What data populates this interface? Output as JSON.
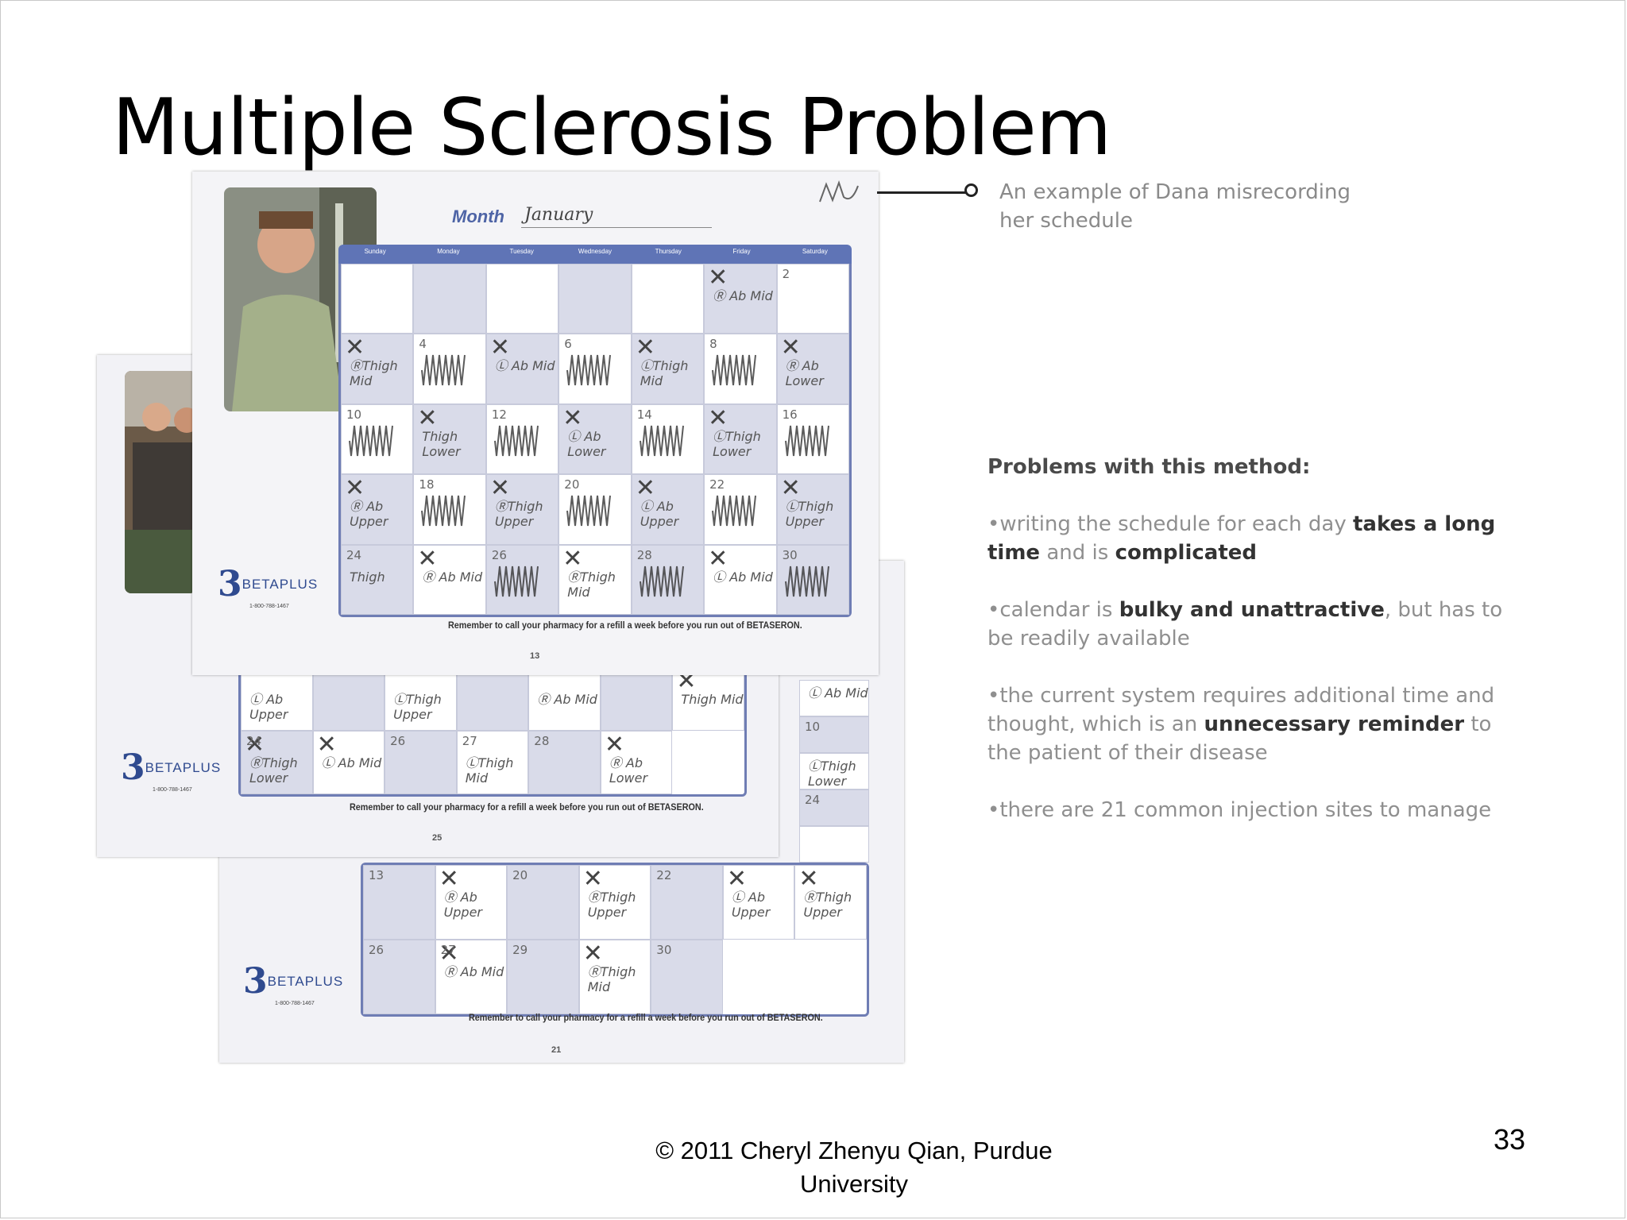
{
  "slide": {
    "title": "Multiple Sclerosis Problem",
    "slide_number": "33",
    "footer": "© 2011 Cheryl Zhenyu Qian, Purdue University"
  },
  "callout": {
    "text": "An example of Dana misrecording her schedule"
  },
  "problems": {
    "heading": "Problems with this method:",
    "items": [
      {
        "pre": "•writing the schedule for each day ",
        "bold1": "takes a long time",
        "mid": " and is ",
        "bold2": "complicated",
        "post": ""
      },
      {
        "pre": "•calendar is ",
        "bold1": "bulky and unattractive",
        "mid": ", but has to be readily available",
        "bold2": "",
        "post": ""
      },
      {
        "pre": "•the current system requires additional time and thought, which is an ",
        "bold1": "unnecessary reminder",
        "mid": " to the patient of their disease",
        "bold2": "",
        "post": ""
      },
      {
        "pre": "•there are 21 common injection sites to manage",
        "bold1": "",
        "mid": "",
        "bold2": "",
        "post": ""
      }
    ]
  },
  "calendar_front": {
    "month_label": "Month",
    "month_value": "January",
    "weekdays": [
      "Sunday",
      "Monday",
      "Tuesday",
      "Wednesday",
      "Thursday",
      "Friday",
      "Saturday"
    ],
    "brand": "BETAPLUS",
    "phone": "1-800-788-1467",
    "reminder": "Remember to call your pharmacy for a refill a week before you run out of BETASERON.",
    "page": "13",
    "cells": [
      {
        "num": "",
        "note": "",
        "x": false,
        "scribble": false,
        "shade": false
      },
      {
        "num": "",
        "note": "",
        "x": false,
        "scribble": false,
        "shade": true
      },
      {
        "num": "",
        "note": "",
        "x": false,
        "scribble": false,
        "shade": false
      },
      {
        "num": "",
        "note": "",
        "x": false,
        "scribble": false,
        "shade": true
      },
      {
        "num": "",
        "note": "",
        "x": false,
        "scribble": false,
        "shade": false
      },
      {
        "num": "",
        "note": "Ⓡ Ab Mid",
        "x": true,
        "scribble": false,
        "shade": true
      },
      {
        "num": "2",
        "note": "",
        "x": false,
        "scribble": false,
        "shade": false
      },
      {
        "num": "",
        "note": "ⓇThigh Mid",
        "x": true,
        "scribble": false,
        "shade": true
      },
      {
        "num": "4",
        "note": "",
        "x": false,
        "scribble": true,
        "shade": false
      },
      {
        "num": "",
        "note": "Ⓛ Ab Mid",
        "x": true,
        "scribble": false,
        "shade": true
      },
      {
        "num": "6",
        "note": "",
        "x": false,
        "scribble": true,
        "shade": false
      },
      {
        "num": "",
        "note": "ⓁThigh Mid",
        "x": true,
        "scribble": false,
        "shade": true
      },
      {
        "num": "8",
        "note": "",
        "x": false,
        "scribble": true,
        "shade": false
      },
      {
        "num": "",
        "note": "Ⓡ Ab Lower",
        "x": true,
        "scribble": false,
        "shade": true
      },
      {
        "num": "10",
        "note": "",
        "x": false,
        "scribble": true,
        "shade": false
      },
      {
        "num": "",
        "note": "Thigh Lower",
        "x": true,
        "scribble": false,
        "shade": true
      },
      {
        "num": "12",
        "note": "",
        "x": false,
        "scribble": true,
        "shade": false
      },
      {
        "num": "",
        "note": "Ⓛ Ab Lower",
        "x": true,
        "scribble": false,
        "shade": true
      },
      {
        "num": "14",
        "note": "",
        "x": false,
        "scribble": true,
        "shade": false
      },
      {
        "num": "",
        "note": "ⓁThigh Lower",
        "x": true,
        "scribble": false,
        "shade": true
      },
      {
        "num": "16",
        "note": "",
        "x": false,
        "scribble": true,
        "shade": false
      },
      {
        "num": "",
        "note": "Ⓡ Ab Upper",
        "x": true,
        "scribble": false,
        "shade": true
      },
      {
        "num": "18",
        "note": "",
        "x": false,
        "scribble": true,
        "shade": false
      },
      {
        "num": "",
        "note": "ⓇThigh Upper",
        "x": true,
        "scribble": false,
        "shade": true
      },
      {
        "num": "20",
        "note": "",
        "x": false,
        "scribble": true,
        "shade": false
      },
      {
        "num": "",
        "note": "Ⓛ Ab Upper",
        "x": true,
        "scribble": false,
        "shade": true
      },
      {
        "num": "22",
        "note": "",
        "x": false,
        "scribble": true,
        "shade": false
      },
      {
        "num": "",
        "note": "ⓁThigh Upper",
        "x": true,
        "scribble": false,
        "shade": true
      },
      {
        "num": "24",
        "note": "Thigh",
        "x": false,
        "scribble": false,
        "shade": true
      },
      {
        "num": "",
        "note": "Ⓡ Ab Mid",
        "x": true,
        "scribble": false,
        "shade": false
      },
      {
        "num": "26",
        "note": "",
        "x": false,
        "scribble": true,
        "shade": true
      },
      {
        "num": "",
        "note": "ⓇThigh Mid",
        "x": true,
        "scribble": false,
        "shade": false
      },
      {
        "num": "28",
        "note": "",
        "x": false,
        "scribble": true,
        "shade": true
      },
      {
        "num": "",
        "note": "Ⓛ Ab Mid",
        "x": true,
        "scribble": false,
        "shade": false
      },
      {
        "num": "30",
        "note": "",
        "x": false,
        "scribble": true,
        "shade": true
      }
    ]
  },
  "calendar_middle": {
    "brand": "BETAPLUS",
    "phone": "1-800-788-1467",
    "reminder": "Remember to call your pharmacy for a refill a week before you run out of BETASERON.",
    "page": "25",
    "cells": [
      {
        "num": "",
        "note": "Ⓛ Ab Upper",
        "x": false,
        "shade": false
      },
      {
        "num": "",
        "note": "",
        "x": false,
        "shade": true
      },
      {
        "num": "",
        "note": "ⓁThigh Upper",
        "x": false,
        "shade": false
      },
      {
        "num": "",
        "note": "",
        "x": false,
        "shade": true
      },
      {
        "num": "",
        "note": "Ⓡ Ab Mid",
        "x": false,
        "shade": false
      },
      {
        "num": "",
        "note": "",
        "x": false,
        "shade": true
      },
      {
        "num": "",
        "note": "Thigh Mid",
        "x": true,
        "shade": false
      },
      {
        "num": "24",
        "note": "ⓇThigh Lower",
        "x": true,
        "shade": true
      },
      {
        "num": "",
        "note": "Ⓛ Ab Mid",
        "x": true,
        "shade": false
      },
      {
        "num": "26",
        "note": "",
        "x": false,
        "shade": true
      },
      {
        "num": "27",
        "note": "ⓁThigh Mid",
        "x": false,
        "shade": false
      },
      {
        "num": "28",
        "note": "",
        "x": false,
        "shade": true
      },
      {
        "num": "",
        "note": "Ⓡ Ab Lower",
        "x": true,
        "shade": false
      }
    ]
  },
  "calendar_back": {
    "brand": "BETAPLUS",
    "phone": "1-800-788-1467",
    "reminder": "Remember to call your pharmacy for a refill a week before you run out of BETASERON.",
    "page": "21",
    "right_column": [
      {
        "num": "",
        "note": "Ⓛ Ab Mid"
      },
      {
        "num": "10",
        "note": ""
      },
      {
        "num": "",
        "note": "ⓁThigh Lower"
      },
      {
        "num": "24",
        "note": ""
      },
      {
        "num": "",
        "note": ""
      }
    ],
    "cells": [
      {
        "num": "13",
        "note": "",
        "x": false,
        "shade": true
      },
      {
        "num": "",
        "note": "Ⓡ Ab Upper",
        "x": true,
        "shade": false
      },
      {
        "num": "20",
        "note": "",
        "x": false,
        "shade": true
      },
      {
        "num": "",
        "note": "ⓇThigh Upper",
        "x": true,
        "shade": false
      },
      {
        "num": "22",
        "note": "",
        "x": false,
        "shade": true
      },
      {
        "num": "",
        "note": "Ⓛ Ab Upper",
        "x": true,
        "shade": false
      },
      {
        "num": "",
        "note": "ⓇThigh Upper",
        "x": true,
        "shade": false
      },
      {
        "num": "26",
        "note": "",
        "x": false,
        "shade": true
      },
      {
        "num": "27",
        "note": "Ⓡ Ab Mid",
        "x": true,
        "shade": false
      },
      {
        "num": "29",
        "note": "",
        "x": false,
        "shade": true
      },
      {
        "num": "",
        "note": "ⓇThigh Mid",
        "x": true,
        "shade": false
      },
      {
        "num": "30",
        "note": "",
        "x": false,
        "shade": true
      }
    ]
  }
}
